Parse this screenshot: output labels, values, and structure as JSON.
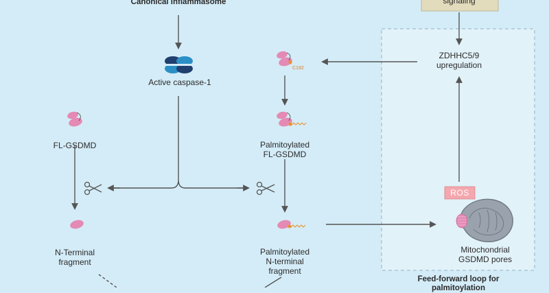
{
  "labels": {
    "canonical": "Canonical inflammasome",
    "signaling": "signaling",
    "active_caspase": "Active caspase-1",
    "c192": "C192",
    "zdhhc_line1": "ZDHHC5/9",
    "zdhhc_line2": "upregulation",
    "fl_gsdmd": "FL-GSDMD",
    "palm_fl_line1": "Palmitoylated",
    "palm_fl_line2": "FL-GSDMD",
    "ros": "ROS",
    "nterm_line1": "N-Terminal",
    "nterm_line2": "fragment",
    "palm_nt_line1": "Palmitoylated",
    "palm_nt_line2": "N-terminal",
    "palm_nt_line3": "fragment",
    "mito_line1": "Mitochondrial",
    "mito_line2": "GSDMD pores",
    "loop_line1": "Feed-forward loop for",
    "loop_line2": "palmitoylation"
  },
  "colors": {
    "background": "#d4ecf7",
    "panel": "#e2f2f9",
    "arrow": "#555555",
    "protein": "#e48ab4",
    "caspase_dark": "#1f3f6e",
    "caspase_light": "#2b8fc6",
    "palmitate": "#e8912d",
    "ros_box": "#f4a7ae",
    "mitochondria": "#9aa3ad",
    "signaling_box": "#e2dcbd"
  }
}
